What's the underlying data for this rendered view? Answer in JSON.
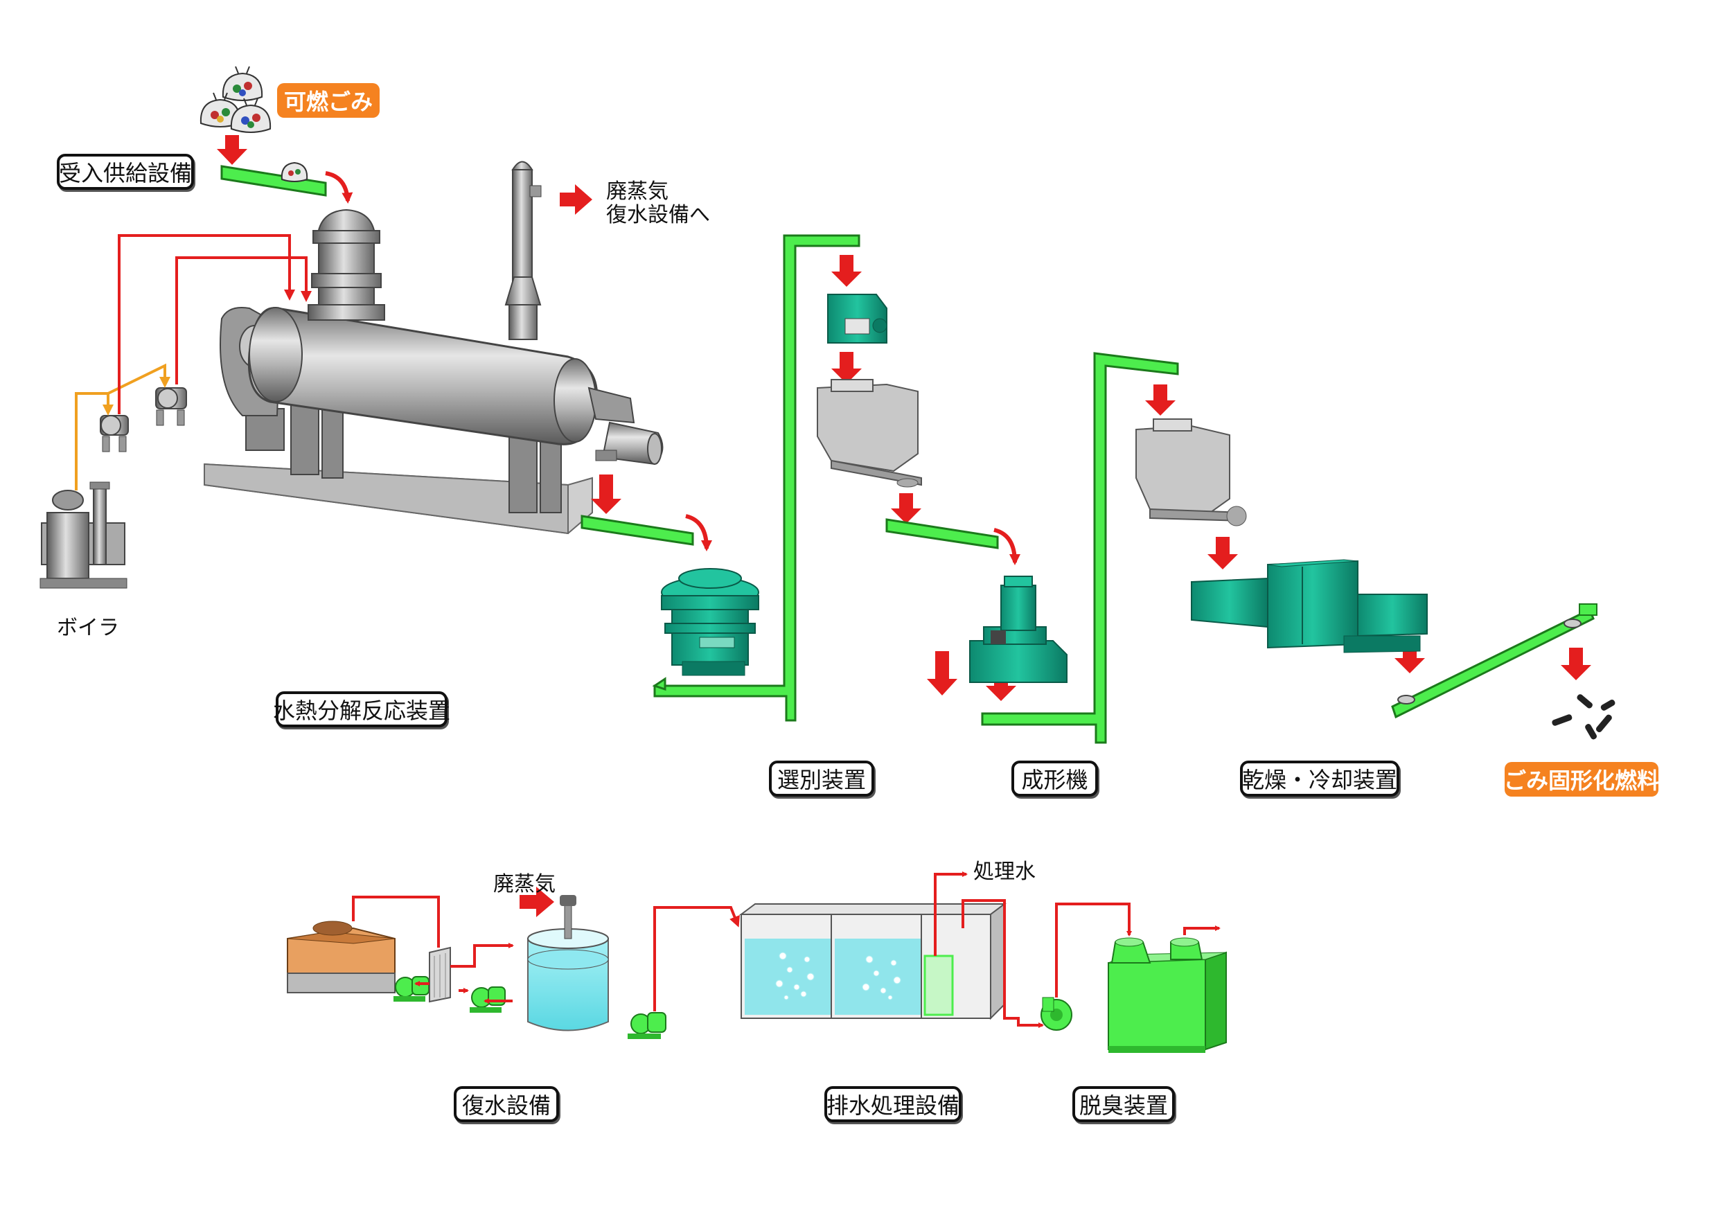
{
  "labels": {
    "kanen_gomi": "可燃ごみ",
    "ukeire": "受入供給設備",
    "haijouki_top": "廃蒸気",
    "fukusui_he": "復水設備へ",
    "boira": "ボイラ",
    "suinetsu": "水熱分解反応装置",
    "senbetsu": "選別装置",
    "seikei": "成形機",
    "kansou": "乾燥・冷却装置",
    "gomi_kokei": "ごみ固形化燃料",
    "haijouki_bottom": "廃蒸気",
    "shorisui": "処理水",
    "fukusui": "復水設備",
    "haisui": "排水処理設備",
    "dasshu": "脱臭装置"
  },
  "colors": {
    "arrow_red": "#e41e1e",
    "conveyor_green": "#4ded4d",
    "machine_teal": "#13a88a",
    "steam_orange": "#f0a020",
    "highlight_orange": "#f58220",
    "steel_gray": "#a8a8a8"
  }
}
